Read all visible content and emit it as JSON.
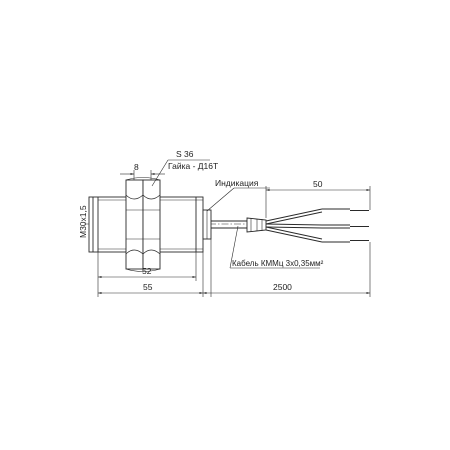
{
  "labels": {
    "nut_size": "S 36",
    "nut_material": "Гайка - Д16Т",
    "indicator": "Индикация",
    "cable": "Кабель КММц 3х0,35мм²",
    "thread": "M30х1,5"
  },
  "dimensions": {
    "nut_width": "8",
    "thread_length": "52",
    "body_length": "55",
    "cable_length": "2500",
    "wire_strip": "50"
  }
}
